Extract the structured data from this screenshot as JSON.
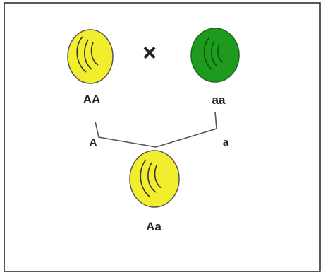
{
  "colors": {
    "dominant": "#f2ee2e",
    "recessive": "#1e9a1e",
    "outline": "#444444",
    "line": "#555555",
    "border": "#222222"
  },
  "parents": [
    {
      "genotype": "AA",
      "color": "yellow"
    },
    {
      "genotype": "aa",
      "color": "green"
    }
  ],
  "cross_symbol": "×",
  "gametes": [
    "A",
    "a"
  ],
  "offspring": {
    "genotype": "Aa",
    "color": "yellow"
  }
}
